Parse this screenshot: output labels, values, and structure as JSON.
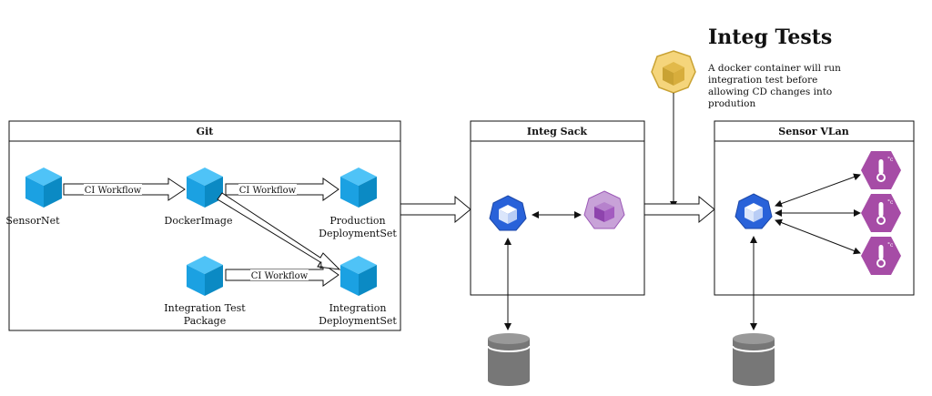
{
  "header": {
    "title": "Integ Tests",
    "description": [
      "A docker container will run",
      "integration test before",
      "allowing CD changes into",
      "prodution"
    ]
  },
  "panels": {
    "git": "Git",
    "integ": "Integ Sack",
    "sensor": "Sensor VLan"
  },
  "nodes": {
    "sensornet": "SensorNet",
    "dockerimage": "DockerImage",
    "production": [
      "Production",
      "DeploymentSet"
    ],
    "integration_package": [
      "Integration Test",
      "Package"
    ],
    "integration_deploy": [
      "Integration",
      "DeploymentSet"
    ]
  },
  "workflows": {
    "wf1": "CI Workflow",
    "wf2": "CI Workflow",
    "wf3": "CI Workflow",
    "wf4": "4"
  },
  "colors": {
    "cube": "#1ba1e2",
    "k8s": "#2962d9",
    "docker": "#f5d57b",
    "docker_dark": "#c9a233",
    "pod": "#c8a2d8",
    "pod_dark": "#9b59b6",
    "sensor": "#a64ca6",
    "db": "#777777"
  }
}
